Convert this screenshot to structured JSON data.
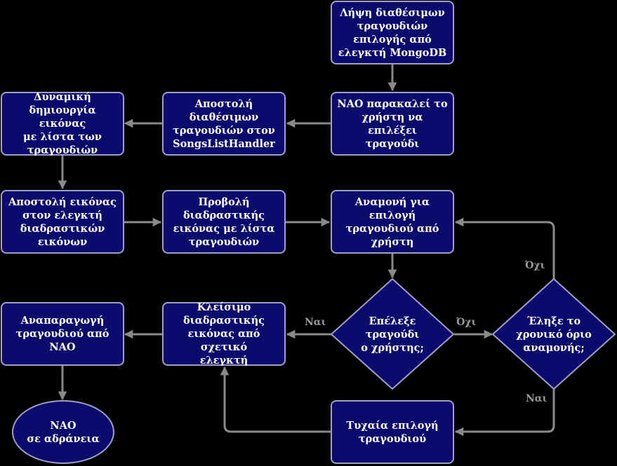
{
  "nodes": {
    "fetch": "Λήψη διαθέσιμων\nτραγουδιών\nεπιλογής από\nελεγκτή MongoDB",
    "ask": "ΝΑΟ παρακαλεί το\nχρήστη να επιλέξει\nτραγούδι",
    "send_list": "Αποστολή\nδιαθέσιμων\nτραγουδιών στον\nSongsListHandler",
    "dynamic_image": "Δυναμική\nδημιουργία εικόνας\nμε λίστα των\nτραγουδιών",
    "send_image": "Αποστολή εικόνας\nστον ελεγκτή\nδιαδραστικών\nεικόνων",
    "show_image": "Προβολή\nδιαδραστικής\nεικόνας με λίστα\nτραγουδιών",
    "wait": "Αναμονή για επιλογή\nτραγουδιού από\nχρήστη",
    "chose": "Επέλεξε\nτραγούδι\nο χρήστης;",
    "timeout": "Έληξε το\nχρονικό όριο\nαναμονής;",
    "close_image": "Κλείσιμο\nδιαδραστικής\nεικόνας από σχετικό\nελεγκτή",
    "play": "Αναπαραγωγή\nτραγουδιού από\nΝΑΟ",
    "random": "Τυχαία επιλογή\nτραγουδιού",
    "idle": "ΝΑΟ\nσε αδράνεια"
  },
  "edge_labels": {
    "yes_chose": "Ναι",
    "no_chose": "Όχι",
    "no_timeout": "Όχι",
    "yes_timeout": "Ναι"
  },
  "colors": {
    "node_fill": "#0b0b6e",
    "node_border": "#9ea0c6",
    "arrow": "#8a8a8a",
    "background": "#000000"
  }
}
